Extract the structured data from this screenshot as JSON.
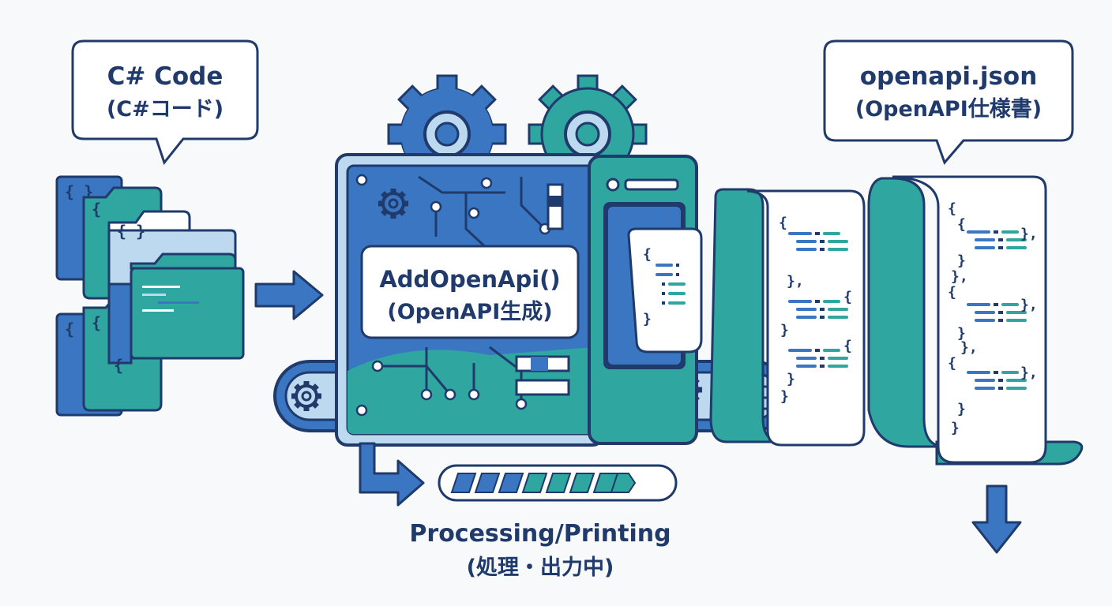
{
  "colors": {
    "navy": "#1f3a6b",
    "blue": "#3a76c2",
    "teal": "#2fa7a0",
    "lightBlue": "#bcd9ef",
    "paper": "#ffffff",
    "background": "#f7f9fb"
  },
  "input_label": {
    "line1": "C# Code",
    "line2": "(C#コード)"
  },
  "output_label": {
    "line1": "openapi.json",
    "line2": "(OpenAPI仕様書)"
  },
  "machine": {
    "line1": "AddOpenApi()",
    "line2": "(OpenAPI生成)"
  },
  "status": {
    "line1": "Processing/Printing",
    "line2": "(処理・出力中)"
  },
  "code_glyphs": {
    "open": "{",
    "close": "}",
    "pair": "{ }",
    "close_comma": "},",
    "colon": ":"
  },
  "icons": [
    "speech-bubble-icon",
    "folder-icon",
    "gear-icon",
    "circuit-board-icon",
    "arrow-right-icon",
    "arrow-down-icon",
    "paper-scroll-icon",
    "conveyor-belt-icon",
    "progress-bar-icon"
  ],
  "progress": {
    "segments_filled": 7
  }
}
